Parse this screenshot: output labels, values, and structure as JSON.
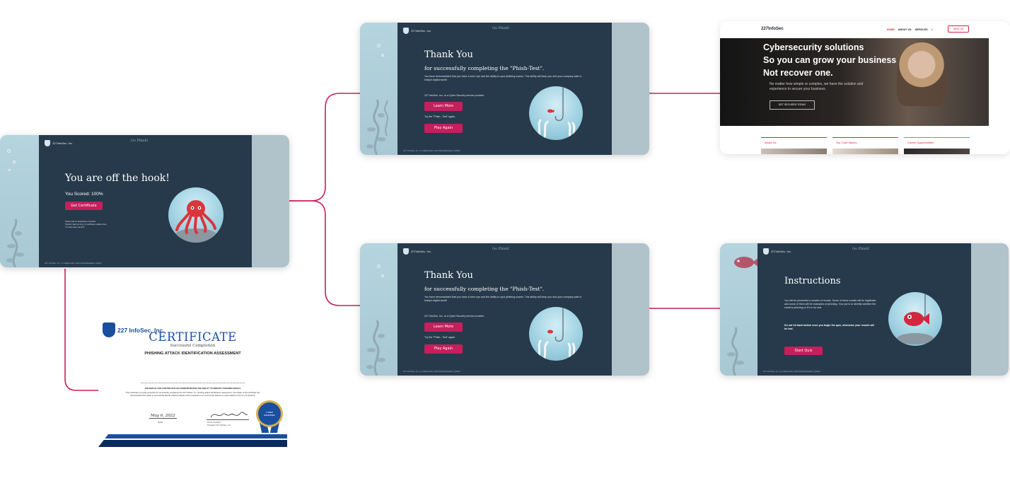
{
  "colors": {
    "connector": "#c8205a",
    "panel": "#263a4b",
    "button": "#c51f5d",
    "cert_blue": "#1a4fa0"
  },
  "icons": [
    "shield-logo-icon",
    "octopus-icon",
    "fishhook-icon",
    "red-fish-icon",
    "seaweed-icon",
    "bubbles-icon",
    "search-icon",
    "blue-ribbon-seal-icon"
  ],
  "common": {
    "logo_text": "227InfoSec, Inc.",
    "game_title": "Go Phish!",
    "game_subtitle": "Interactive",
    "footer": "227 InfoSec, Inc. in collaboration with Rehabilitatation (2022)"
  },
  "score_screen": {
    "heading": "You are off the hook!",
    "score": "You Scored: 100%",
    "button": "Get Certificate",
    "note_lines": [
      "Please wait for download to complete.",
      "Should it take too long, try certificate multiple times.",
      "You have been warned!"
    ]
  },
  "thank_you_screen": {
    "heading": "Thank You",
    "subheading": "for successfully completing the \"Phish-Test\".",
    "body": "You have demonstrated that you have a keen eye and the ability to spot phishing scams. This ability will keep you and your company safe in today's digital world!",
    "provider": "227 InfoSec, Inc. is a Cyber Security service provider.",
    "learn_more": "Learn More",
    "try_again_label": "Try the \"Phish - Test\" again.",
    "play_again": "Play Again"
  },
  "instructions_screen": {
    "heading": "Instructions",
    "paragraph1": "You will be presented a number of emails. Some of these emails will be legitimate and some of them will be examples of phishing. Your job is to identify whether the email is phishing or if it is for real.",
    "paragraph2": "Do not hit back button once you begin the quiz, otherwise your results will be lost.",
    "button": "Start Quiz"
  },
  "website": {
    "brand": "227InfoSec",
    "nav": [
      "HOME",
      "ABOUT US",
      "SERVICES"
    ],
    "hire_button": "HIRE US",
    "hero_lines": [
      "Cybersecurity solutions",
      "So you can grow your business",
      "Not recover one."
    ],
    "hero_sub": "No matter how simple or complex, we have the solution and experience to secure your business.",
    "cta": "GET SECURED TODAY",
    "cards": [
      "About Us",
      "Our Core Values",
      "Career Opportunities"
    ]
  },
  "certificate": {
    "company": "227 InfoSec, Inc.",
    "title": "CERTIFICATE",
    "subtitle": "Successful Completion",
    "assessment": "PHISHING ATTACK IDENTIFICATION ASSESSMENT",
    "holder_line": "HOLDER OF THIS CERTIFICATE HAS DEMONSTRATED THE ABILITY TO IDENTIFY PHISHING EMAILS",
    "description": "This certificate is proudly presented for successfully completing the 227 InfoSec, Inc. phishing attack identification assessment. The holder of this certificate has demonstrated their ability to successfully identify phishing attacks and is prepared to act as front-line defense to cyber attacks in the form of phishing.",
    "date": "May 6, 2022",
    "date_label": "DATE",
    "signer_name": "Lance Clusham",
    "signer_title": "President 227 InfoSec, Inc.",
    "seal_text": "CYBER DEFENDER"
  }
}
